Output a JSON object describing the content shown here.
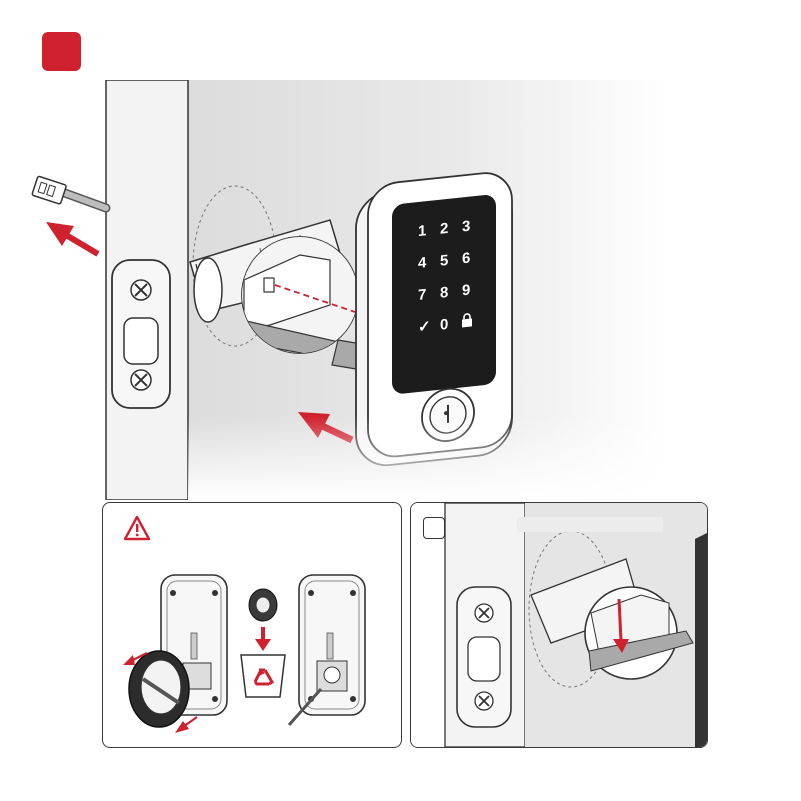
{
  "step": {
    "number": ""
  },
  "keypad": {
    "keys": [
      "1",
      "2",
      "3",
      "4",
      "5",
      "6",
      "7",
      "8",
      "9",
      "✓",
      "0",
      "lock-icon"
    ]
  },
  "right_panel": {
    "badge": "",
    "label": ""
  },
  "icons": {
    "warning": "warning-triangle-icon",
    "recycle": "recycle-icon",
    "arrow": "red-arrow-icon",
    "connector": "cable-connector-icon"
  },
  "colors": {
    "accent": "#d0222e",
    "line": "#3a3a3a",
    "door": "#f1f1f1",
    "wall": "#e4e4e4",
    "keypad": "#1c1c1c"
  }
}
